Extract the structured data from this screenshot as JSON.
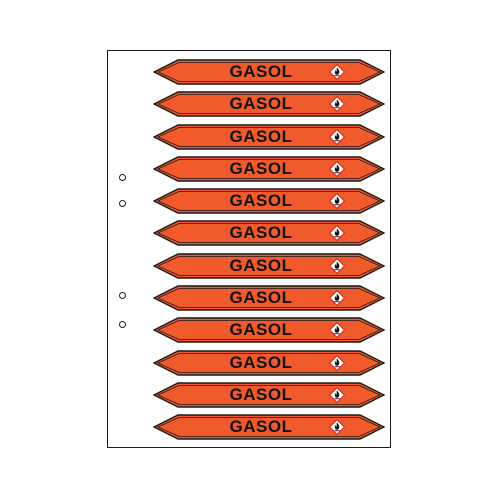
{
  "colors": {
    "label_fill": "#f15a2b",
    "label_stroke": "#1a1a1a",
    "hazard_flame": "#d7261e",
    "sheet_border": "#1a1a1a"
  },
  "labels": [
    {
      "text": "GASOL",
      "icon": "flammable-hazard-icon"
    },
    {
      "text": "GASOL",
      "icon": "flammable-hazard-icon"
    },
    {
      "text": "GASOL",
      "icon": "flammable-hazard-icon"
    },
    {
      "text": "GASOL",
      "icon": "flammable-hazard-icon"
    },
    {
      "text": "GASOL",
      "icon": "flammable-hazard-icon"
    },
    {
      "text": "GASOL",
      "icon": "flammable-hazard-icon"
    },
    {
      "text": "GASOL",
      "icon": "flammable-hazard-icon"
    },
    {
      "text": "GASOL",
      "icon": "flammable-hazard-icon"
    },
    {
      "text": "GASOL",
      "icon": "flammable-hazard-icon"
    },
    {
      "text": "GASOL",
      "icon": "flammable-hazard-icon"
    },
    {
      "text": "GASOL",
      "icon": "flammable-hazard-icon"
    },
    {
      "text": "GASOL",
      "icon": "flammable-hazard-icon"
    }
  ]
}
